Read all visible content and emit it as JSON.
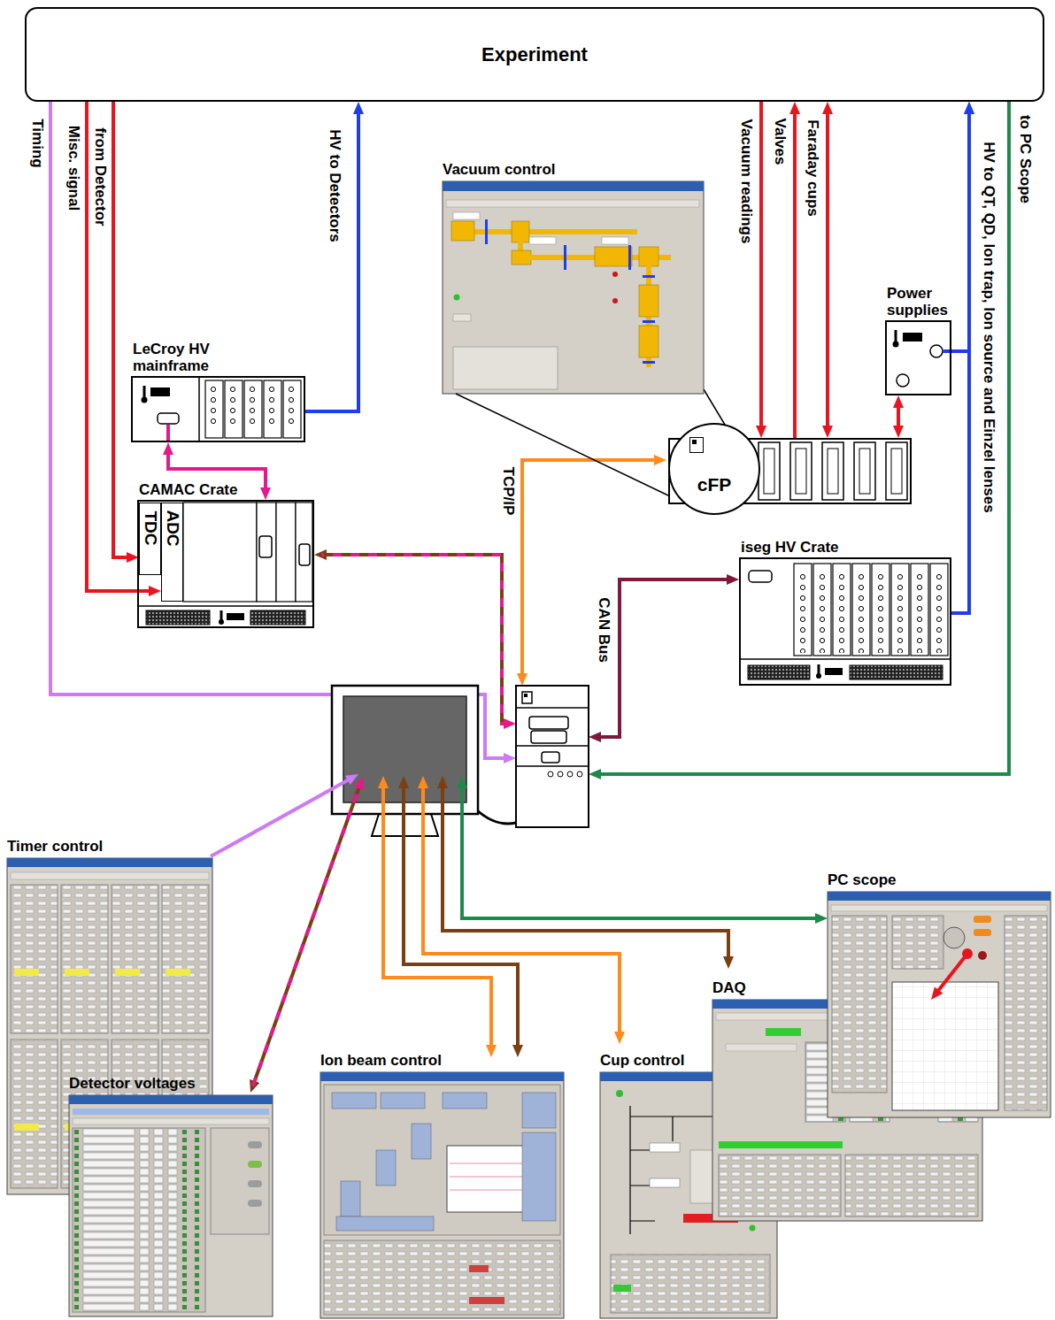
{
  "diagram": {
    "nodes": [
      {
        "text": [
          "Experiment"
        ]
      },
      {
        "text": [
          "LeCroy HV mainframe"
        ]
      },
      {
        "text": [
          "CAMAC Crate"
        ]
      },
      {
        "text": [
          "TDC"
        ],
        "in": 2
      },
      {
        "text": [
          "ADC"
        ],
        "in": 2
      },
      {
        "text": [
          "Vacuum control"
        ]
      },
      {
        "text": [
          "cFP"
        ]
      },
      {
        "text": [
          "Power supplies"
        ]
      },
      {
        "text": [
          "iseg HV Crate"
        ]
      },
      {
        "text": [
          "Timer control"
        ]
      },
      {
        "text": [
          "Detector voltages"
        ]
      },
      {
        "text": [
          "Ion beam control"
        ]
      },
      {
        "text": [
          "Cup control"
        ]
      },
      {
        "text": [
          "DAQ"
        ]
      },
      {
        "text": [
          "PC scope"
        ]
      }
    ],
    "edges": [
      {
        "from": 1,
        "to": 0,
        "arrow": "to",
        "label": "HV to Detectors"
      },
      {
        "from": 0,
        "to": 3,
        "arrow": "to",
        "label": "from Detector"
      },
      {
        "from": 0,
        "to": 4,
        "arrow": "to",
        "label": "Misc. signal"
      },
      {
        "from": 1,
        "to": 2,
        "arrow": "both"
      },
      {
        "from": 0,
        "to": 6,
        "arrow": "to",
        "label": "Vacuum readings"
      },
      {
        "from": 6,
        "to": 0,
        "arrow": "to",
        "label": "Valves"
      },
      {
        "from": 0,
        "to": 6,
        "arrow": "both",
        "label": "Faraday cups"
      },
      {
        "from": 7,
        "to": 6,
        "arrow": "both"
      },
      {
        "from": 8,
        "to": 0,
        "arrow": "to",
        "label": "HV to QT, QD, Ion trap, Ion source and Einzel lenses"
      },
      {
        "from": 7,
        "to": 0,
        "arrow": "to"
      },
      {
        "from": 5,
        "to": 6,
        "arrow": "none"
      },
      {
        "from": 14,
        "to": 13,
        "arrow": "to"
      }
    ],
    "labels": [
      "Timing",
      "TCP/IP",
      "CAN Bus",
      "to PC Scope"
    ]
  }
}
